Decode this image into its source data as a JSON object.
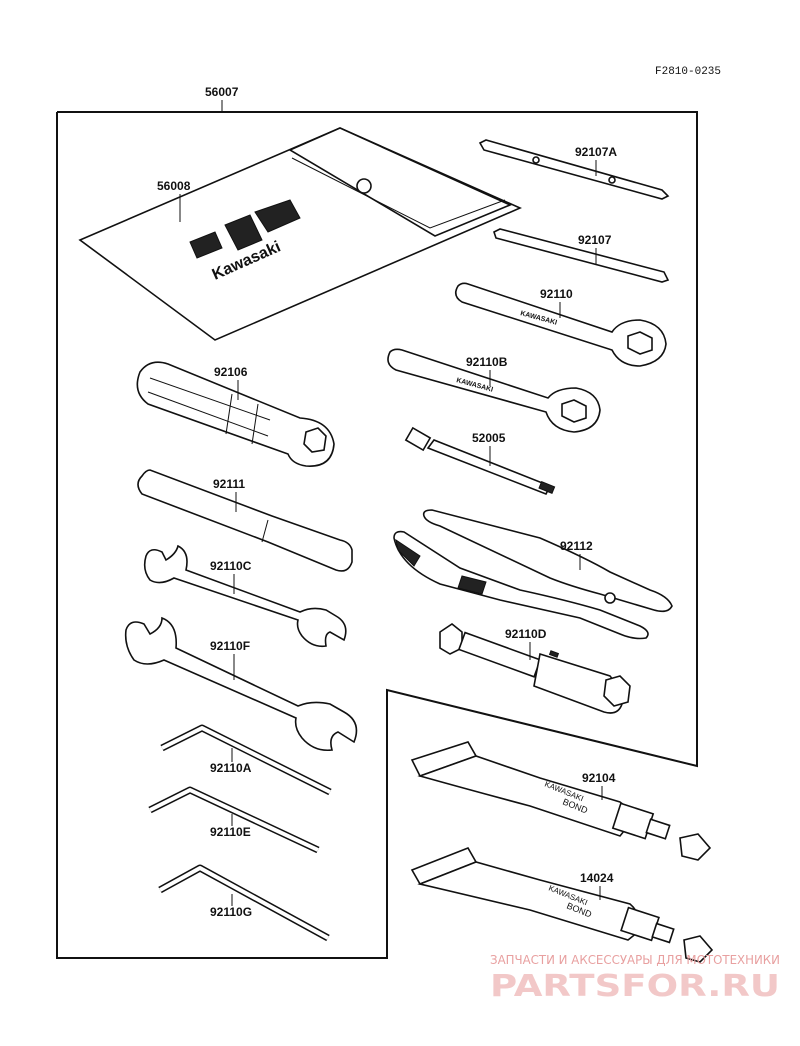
{
  "diagram": {
    "ref_code": "F2810-0235",
    "parts": [
      {
        "id": "56007"
      },
      {
        "id": "56008"
      },
      {
        "id": "92107A"
      },
      {
        "id": "92107"
      },
      {
        "id": "92110"
      },
      {
        "id": "92110B"
      },
      {
        "id": "92106"
      },
      {
        "id": "52005"
      },
      {
        "id": "92111"
      },
      {
        "id": "92112"
      },
      {
        "id": "92110C"
      },
      {
        "id": "92110D"
      },
      {
        "id": "92110F"
      },
      {
        "id": "92110A"
      },
      {
        "id": "92104"
      },
      {
        "id": "92110E"
      },
      {
        "id": "14024"
      },
      {
        "id": "92110G"
      }
    ],
    "brand_text": "Kawasaki",
    "tube_text": [
      "KAWASAKI",
      "BOND"
    ],
    "wrench_text": "KAWASAKI"
  },
  "watermark": {
    "line1": "ЗАПЧАСТИ И АКСЕССУАРЫ ДЛЯ МОТОТЕХНИКИ",
    "line2": "PARTSFOR.RU"
  }
}
